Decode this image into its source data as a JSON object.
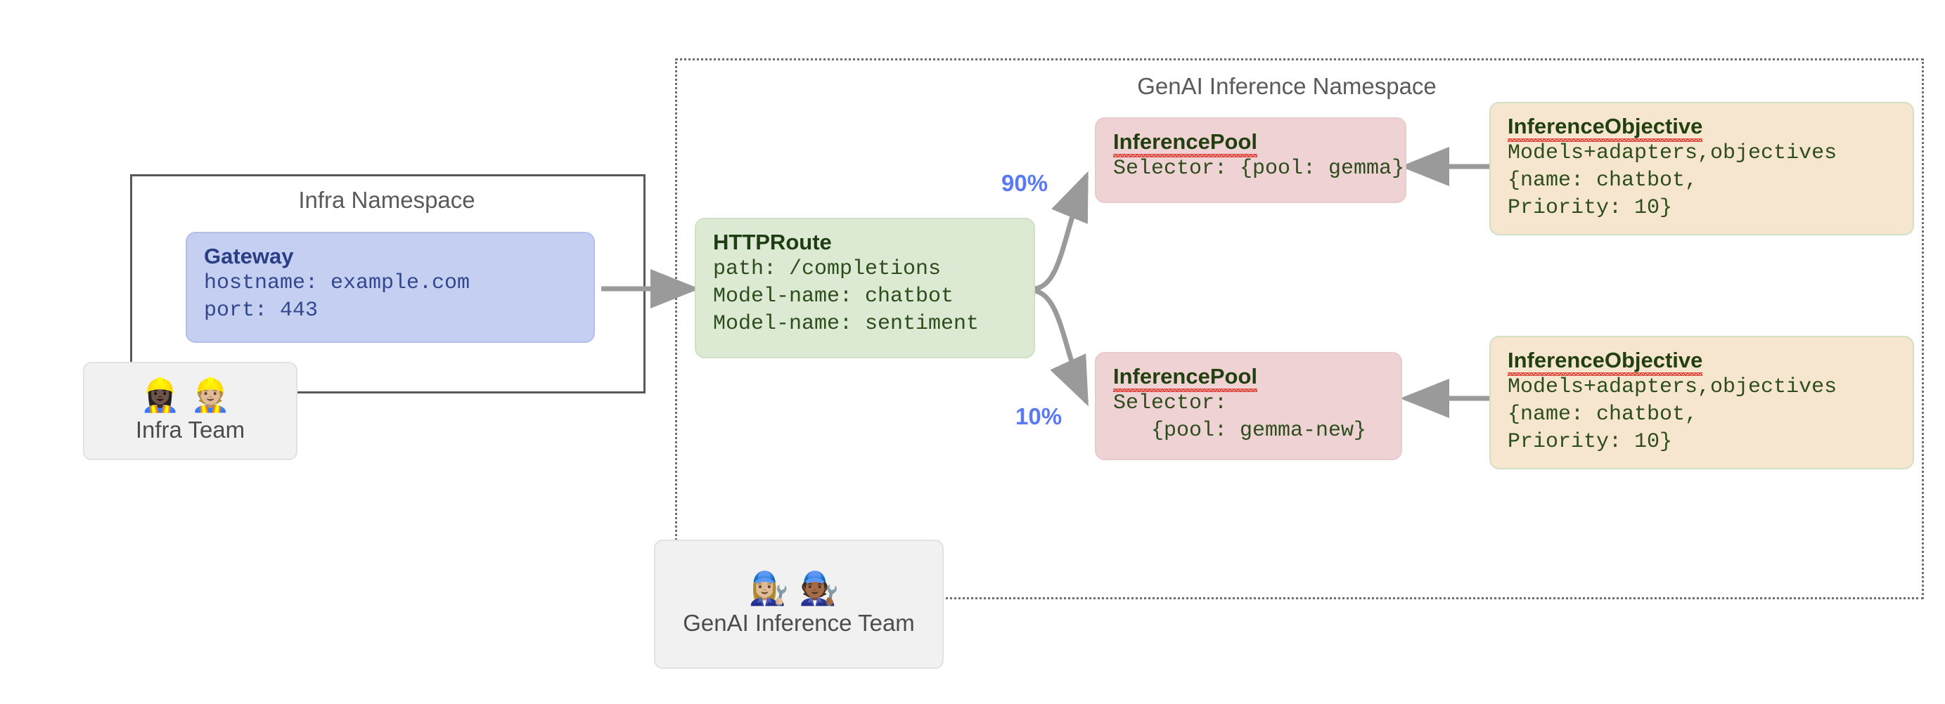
{
  "namespaces": {
    "infra": {
      "title": "Infra Namespace"
    },
    "genai": {
      "title": "GenAI Inference Namespace"
    }
  },
  "gateway": {
    "title": "Gateway",
    "lines": [
      "hostname: example.com",
      "port: 443"
    ]
  },
  "httproute": {
    "title": "HTTPRoute",
    "lines": [
      "path: /completions",
      "Model-name: chatbot",
      "Model-name: sentiment"
    ]
  },
  "pools": [
    {
      "title": "InferencePool",
      "lines": [
        "Selector: {pool: gemma}"
      ],
      "weight": "90%"
    },
    {
      "title": "InferencePool",
      "lines": [
        "Selector:",
        "   {pool: gemma-new}"
      ],
      "weight": "10%"
    }
  ],
  "objectives": [
    {
      "title": "InferenceObjective",
      "lines": [
        "Models+adapters,objectives",
        "{name: chatbot,",
        "Priority: 10}"
      ]
    },
    {
      "title": "InferenceObjective",
      "lines": [
        "Models+adapters,objectives",
        "{name: chatbot,",
        "Priority: 10}"
      ]
    }
  ],
  "teams": [
    {
      "label": "Infra Team",
      "emojis": "👷🏿‍♀️👷🏼"
    },
    {
      "label": "GenAI Inference Team",
      "emojis": "👩🏼‍🔧🧑🏾‍🔧"
    }
  ],
  "colors": {
    "gateway_fill": "#c5cff1",
    "route_fill": "#dce9d3",
    "pool_fill": "#efd2d4",
    "objective_fill": "#f7e6cf",
    "team_fill": "#f1f1f1",
    "weight_text": "#5b79f0",
    "connector": "#9a9a9a",
    "namespace_border": "#6f6f6f"
  }
}
